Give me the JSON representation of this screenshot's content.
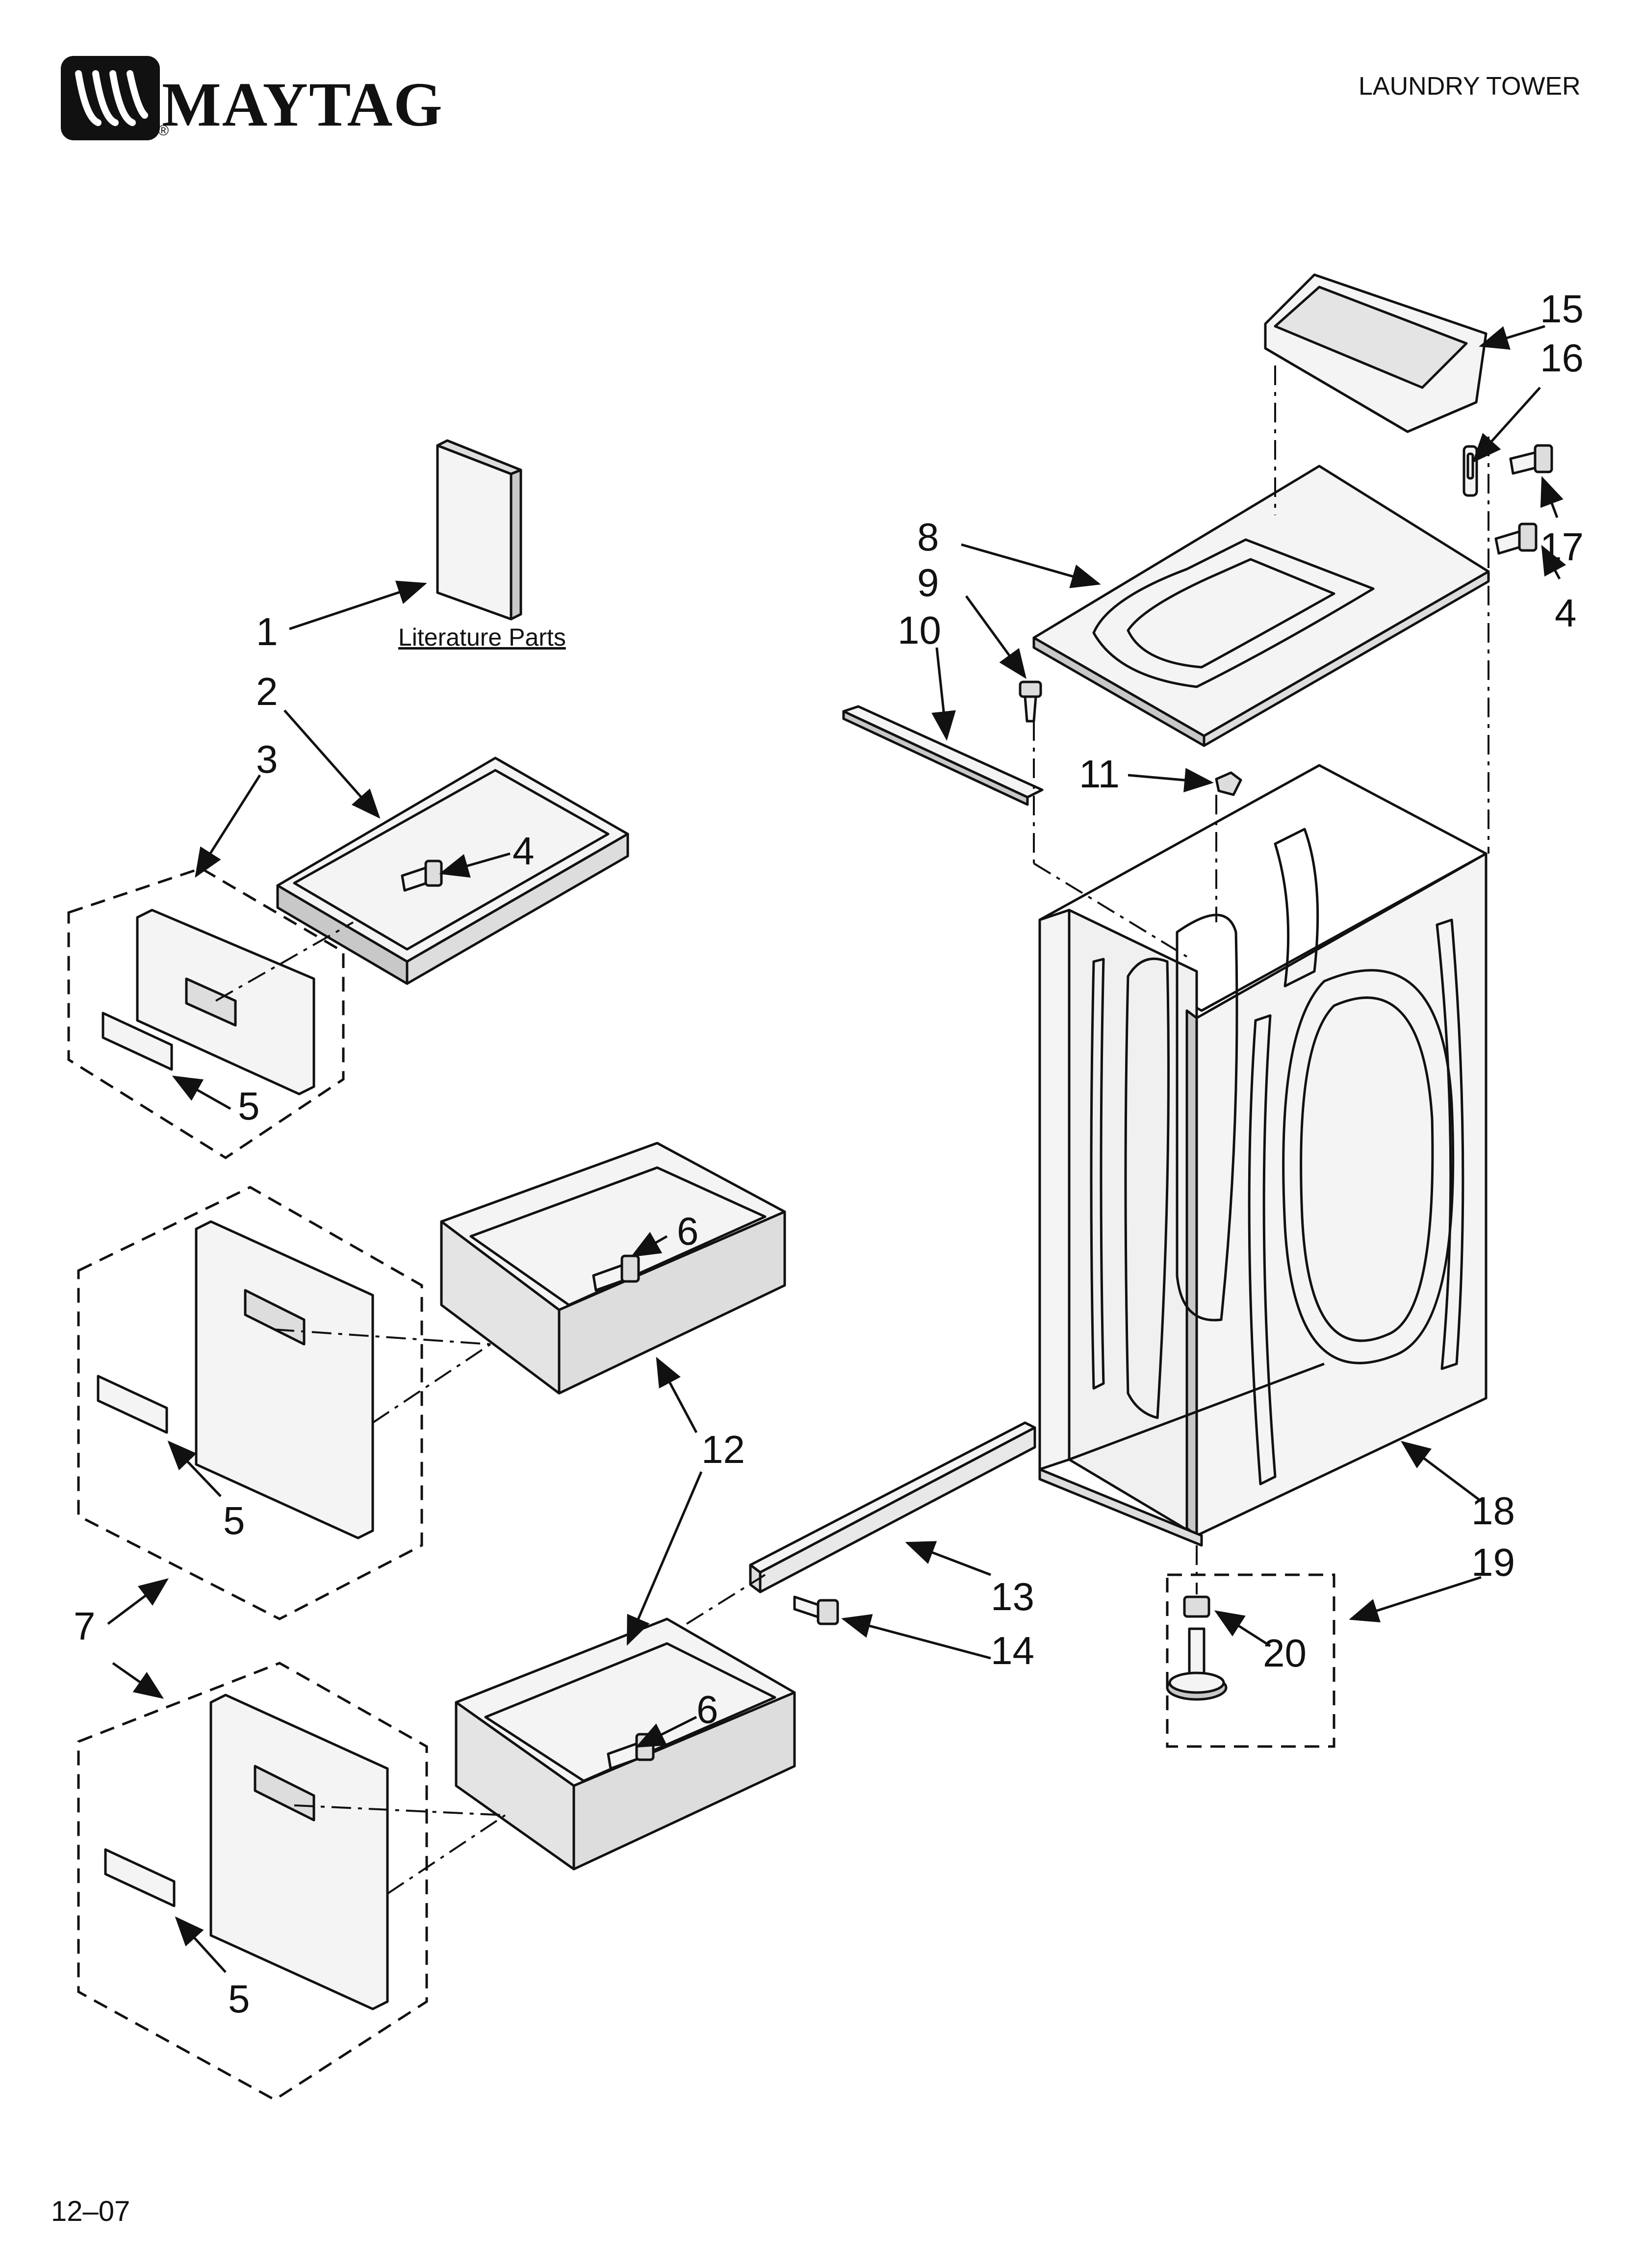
{
  "header": {
    "brand": "MAYTAG",
    "registered_mark": "®",
    "title": "LAUNDRY TOWER"
  },
  "footer": {
    "code": "12–07"
  },
  "literature_label": "Literature Parts",
  "callouts": [
    "1",
    "2",
    "3",
    "4",
    "4",
    "5",
    "5",
    "5",
    "6",
    "6",
    "7",
    "8",
    "9",
    "10",
    "11",
    "12",
    "13",
    "14",
    "15",
    "16",
    "17",
    "18",
    "19",
    "20"
  ],
  "colors": {
    "ink": "#111111",
    "paper": "#ffffff",
    "part_fill": "#f4f4f4",
    "part_shade": "#c8c8c8"
  }
}
